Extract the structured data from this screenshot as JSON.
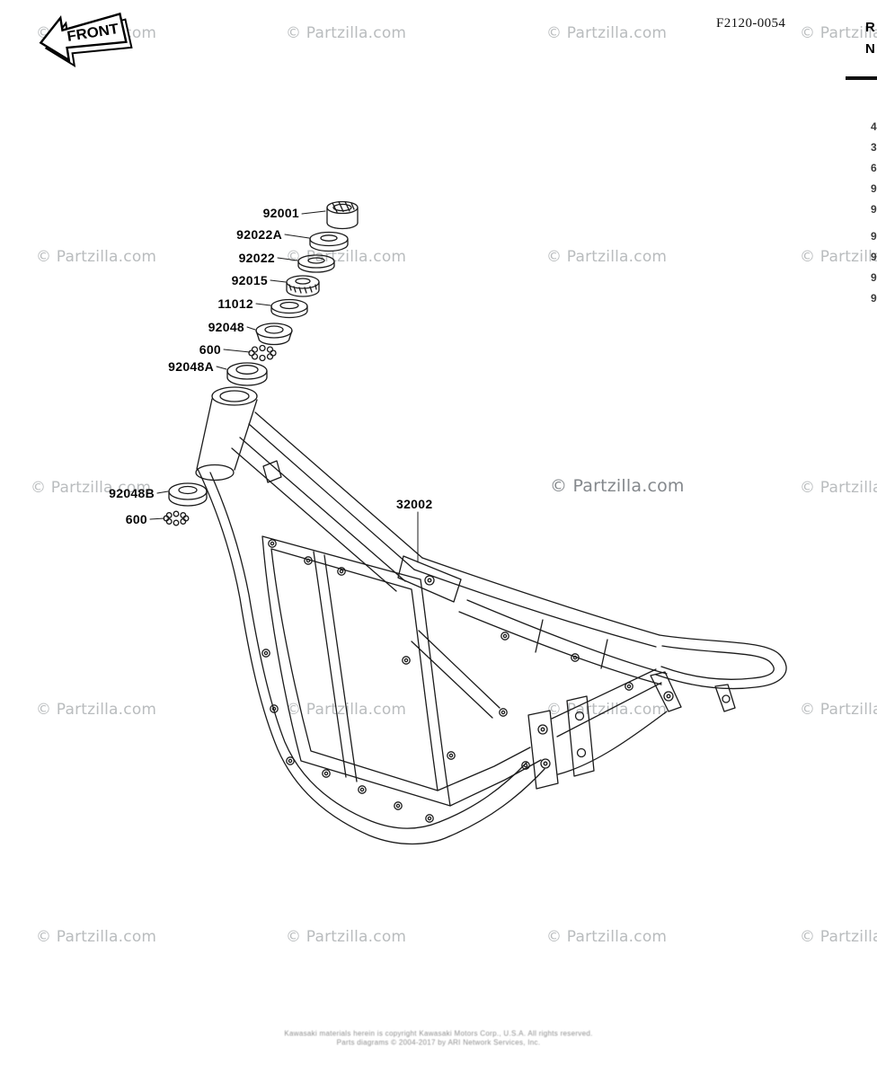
{
  "header": {
    "diagram_code": "F2120-0054"
  },
  "front_arrow": {
    "label": "FRONT"
  },
  "watermark": {
    "text": "© Partzilla.com",
    "color": "#b9bcbe",
    "dark_color": "#84888c"
  },
  "side_table": {
    "header_char_1": "R",
    "header_char_2": "N",
    "edge_marks": [
      "4",
      "3",
      "6",
      "9",
      "9",
      "9",
      "9",
      "9",
      "9"
    ]
  },
  "parts": [
    {
      "label": "92001"
    },
    {
      "label": "92022A"
    },
    {
      "label": "92022"
    },
    {
      "label": "92015"
    },
    {
      "label": "11012"
    },
    {
      "label": "92048"
    },
    {
      "label": "600"
    },
    {
      "label": "92048A"
    },
    {
      "label": "92048B"
    },
    {
      "label": "600"
    },
    {
      "label": "32002"
    }
  ],
  "footer": {
    "line1": "Kawasaki materials herein is copyright Kawasaki Motors Corp., U.S.A. All rights reserved.",
    "line2": "Parts diagrams © 2004-2017 by ARI Network Services, Inc."
  },
  "colors": {
    "line_art": "#1b1b1b",
    "background": "#ffffff"
  }
}
